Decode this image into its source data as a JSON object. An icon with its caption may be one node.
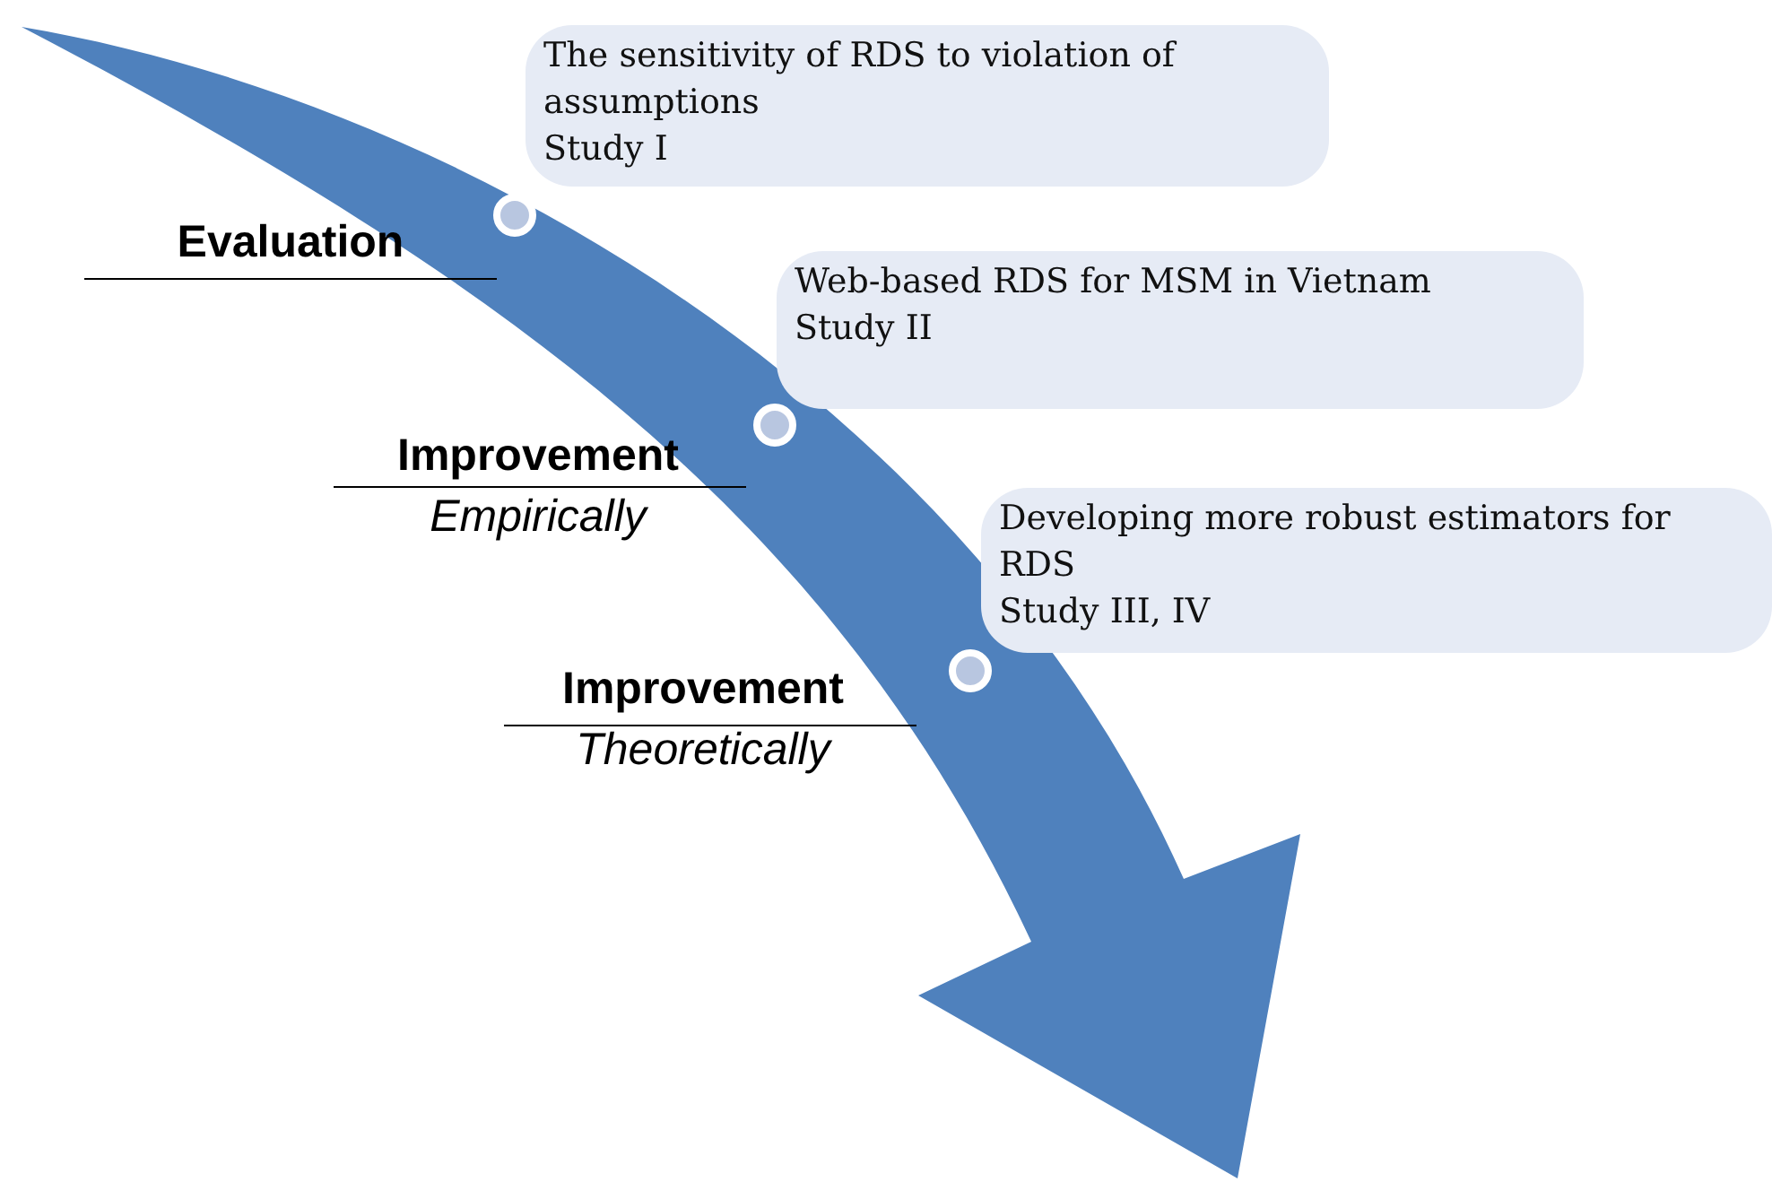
{
  "diagram": {
    "nodes": [
      {
        "text": [
          "The sensitivity of RDS to violation of assumptions",
          "Study I"
        ]
      },
      {
        "text": [
          "Web-based RDS for MSM in Vietnam",
          "Study II"
        ]
      },
      {
        "text": [
          "Developing more robust estimators for RDS",
          "Study III, IV"
        ]
      },
      {
        "text": [],
        "shape": "circle"
      },
      {
        "text": [],
        "shape": "circle"
      },
      {
        "text": [],
        "shape": "circle"
      }
    ],
    "labels": [
      "Evaluation",
      "Improvement",
      "Empirically",
      "Improvement",
      "Theoretically"
    ]
  }
}
